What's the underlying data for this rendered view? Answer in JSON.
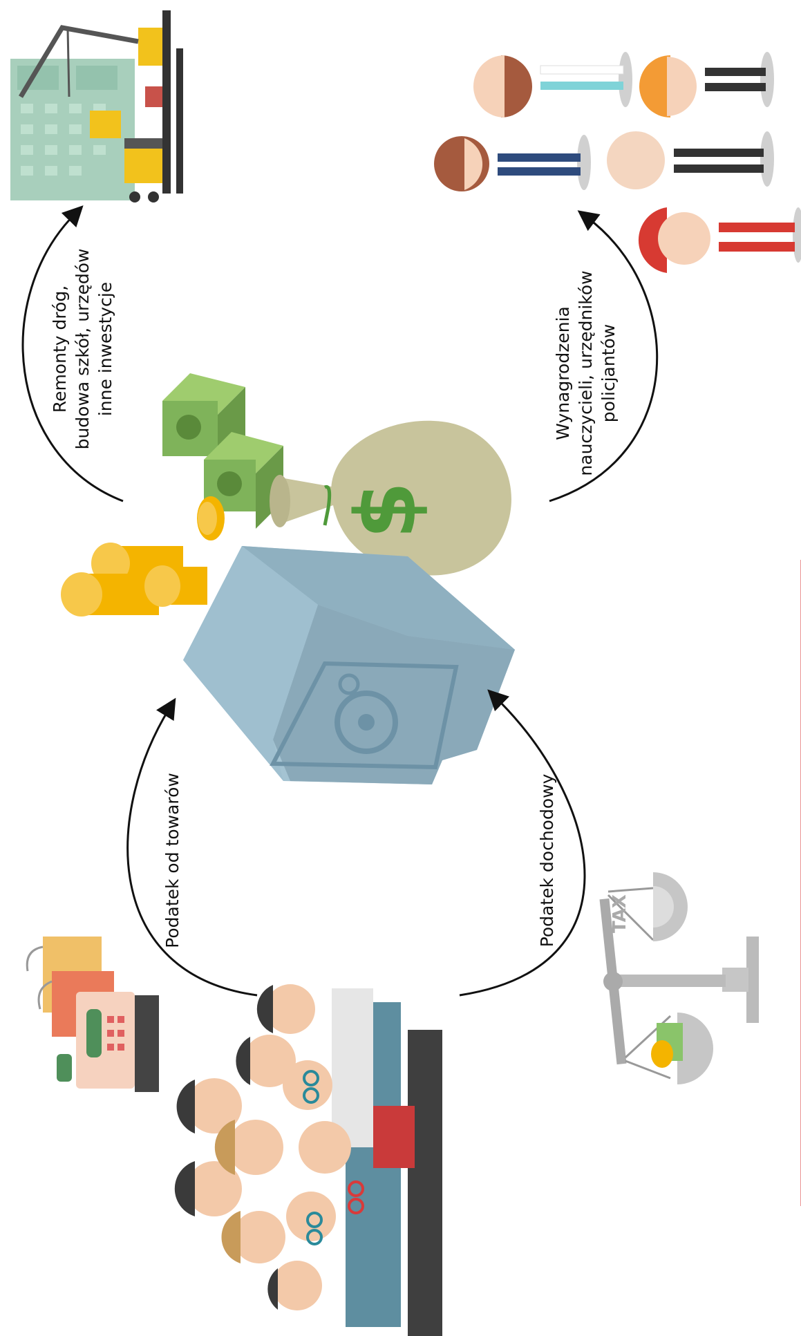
{
  "flow_labels": {
    "investments": [
      "Remonty dróg,",
      "budowa szkół, urzędów",
      "inne inwestycje"
    ],
    "salaries": [
      "Wynagrodzenia",
      "nauczycieli, urzędników",
      "policjantów"
    ],
    "goods_tax": "Podatek od towarów",
    "income_tax": "Podatek dochodowy"
  },
  "scale_label": "TAX",
  "colors": {
    "safe": "#8fb0c0",
    "safe_dark": "#6d92a6",
    "bag": "#c8c49c",
    "dollar_green": "#4f9a3a",
    "coin": "#f4b400",
    "bill": "#86b85a",
    "accent_line": "#d42a2a",
    "arrow": "#111111"
  }
}
